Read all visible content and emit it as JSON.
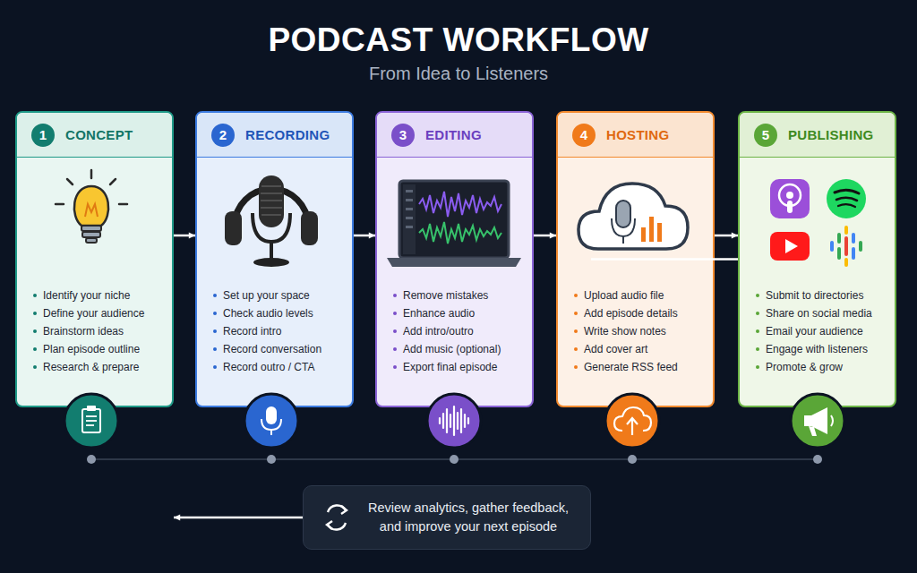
{
  "diagram": {
    "title": "PODCAST WORKFLOW",
    "nodes": [
      {
        "text": [
          "1",
          "CONCEPT",
          "Identify your niche",
          "Define your audience",
          "Brainstorm ideas",
          "Plan episode outline",
          "Research & prepare"
        ]
      },
      {
        "text": [
          "2",
          "RECORDING",
          "Set up your space",
          "Check audio levels",
          "Record intro",
          "Record conversation",
          "Record outro / CTA"
        ]
      },
      {
        "text": [
          "3",
          "EDITING",
          "Remove mistakes",
          "Enhance audio",
          "Add intro/outro",
          "Add music (optional)",
          "Export final episode"
        ]
      },
      {
        "text": [
          "4",
          "HOSTING",
          "Upload audio file",
          "Add episode details",
          "Write show notes",
          "Add cover art",
          "Generate RSS feed"
        ]
      },
      {
        "text": [
          "5",
          "PUBLISHING",
          "Submit to directories",
          "Share on social media",
          "Email your audience",
          "Engage with listeners",
          "Promote & grow"
        ]
      },
      {
        "text": [
          "Review analytics, gather feedback, and improve your next episode"
        ]
      }
    ],
    "edges": [
      {
        "from": 0,
        "to": 1,
        "arrow": "to"
      },
      {
        "from": 1,
        "to": 2,
        "arrow": "to"
      },
      {
        "from": 2,
        "to": 3,
        "arrow": "to"
      },
      {
        "from": 3,
        "to": 4,
        "arrow": "to"
      },
      {
        "from": 4,
        "to": 5,
        "arrow": "none"
      },
      {
        "from": 5,
        "to": 0,
        "arrow": "to"
      }
    ],
    "labels": [
      "From Idea to Listeners"
    ]
  }
}
